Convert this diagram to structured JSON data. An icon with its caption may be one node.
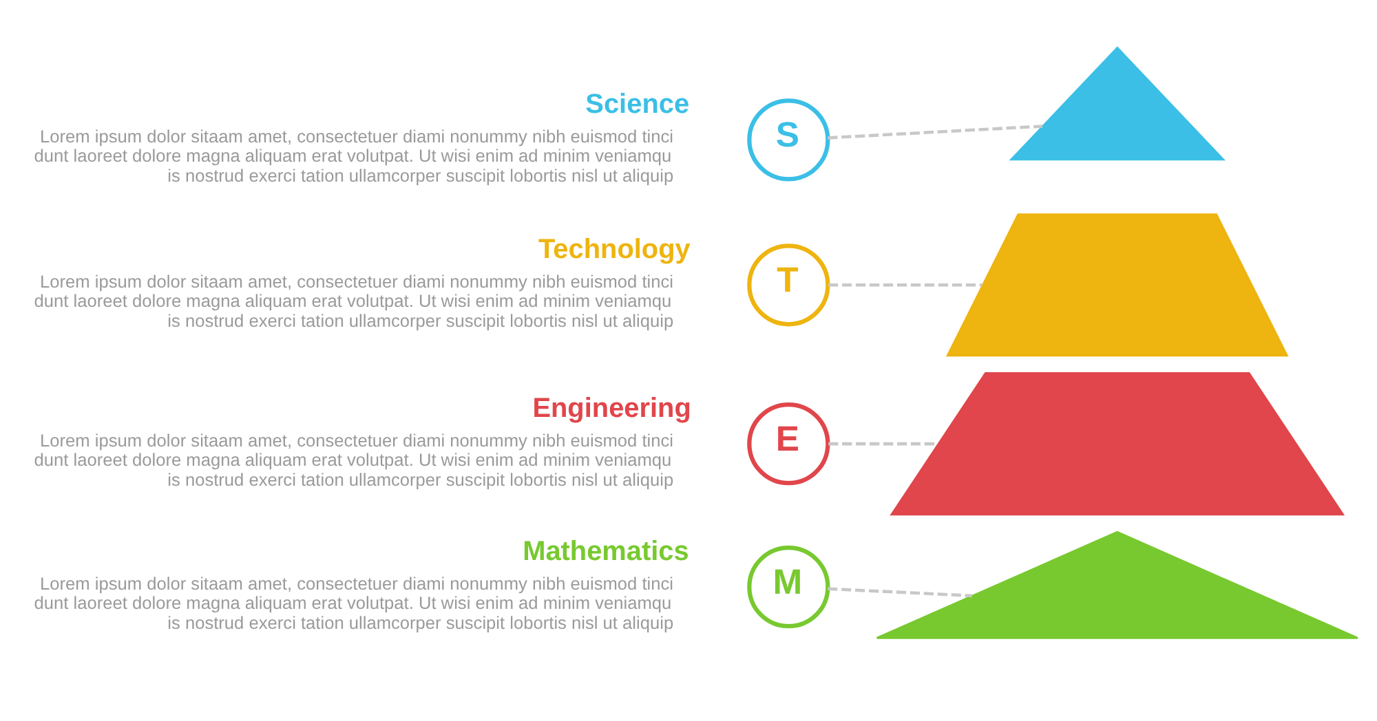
{
  "diagram": {
    "nodes": [
      {
        "text": [
          "S"
        ],
        "beside": [
          "Science",
          "Lorem ipsum dolor sitaam amet, consectetuer diami nonummy nibh euismod tinci dunt laoreet dolore magna aliquam erat volutpat. Ut wisi enim ad minim veniamqu is nostrud exerci tation ullamcorper suscipit lobortis nisl ut aliquip"
        ]
      },
      {
        "text": [],
        "shape": "triangle"
      },
      {
        "text": [
          "T"
        ],
        "beside": [
          "Technology",
          "Lorem ipsum dolor sitaam amet, consectetuer diami nonummy nibh euismod tinci dunt laoreet dolore magna aliquam erat volutpat. Ut wisi enim ad minim veniamqu is nostrud exerci tation ullamcorper suscipit lobortis nisl ut aliquip"
        ]
      },
      {
        "text": [],
        "shape": "trapezoid"
      },
      {
        "text": [
          "E"
        ],
        "beside": [
          "Engineering",
          "Lorem ipsum dolor sitaam amet, consectetuer diami nonummy nibh euismod tinci dunt laoreet dolore magna aliquam erat volutpat. Ut wisi enim ad minim veniamqu is nostrud exerci tation ullamcorper suscipit lobortis nisl ut aliquip"
        ]
      },
      {
        "text": [],
        "shape": "trapezoid"
      },
      {
        "text": [
          "M"
        ],
        "beside": [
          "Mathematics",
          "Lorem ipsum dolor sitaam amet, consectetuer diami nonummy nibh euismod tinci dunt laoreet dolore magna aliquam erat volutpat. Ut wisi enim ad minim veniamqu is nostrud exerci tation ullamcorper suscipit lobortis nisl ut aliquip"
        ]
      },
      {
        "text": [],
        "shape": "triangle"
      }
    ],
    "edges": [
      {
        "from": 0,
        "to": 1,
        "arrow": "none",
        "style": "dashed"
      },
      {
        "from": 2,
        "to": 3,
        "arrow": "none",
        "style": "dashed"
      },
      {
        "from": 4,
        "to": 5,
        "arrow": "none",
        "style": "dashed"
      },
      {
        "from": 6,
        "to": 7,
        "arrow": "none",
        "style": "dashed"
      }
    ]
  }
}
